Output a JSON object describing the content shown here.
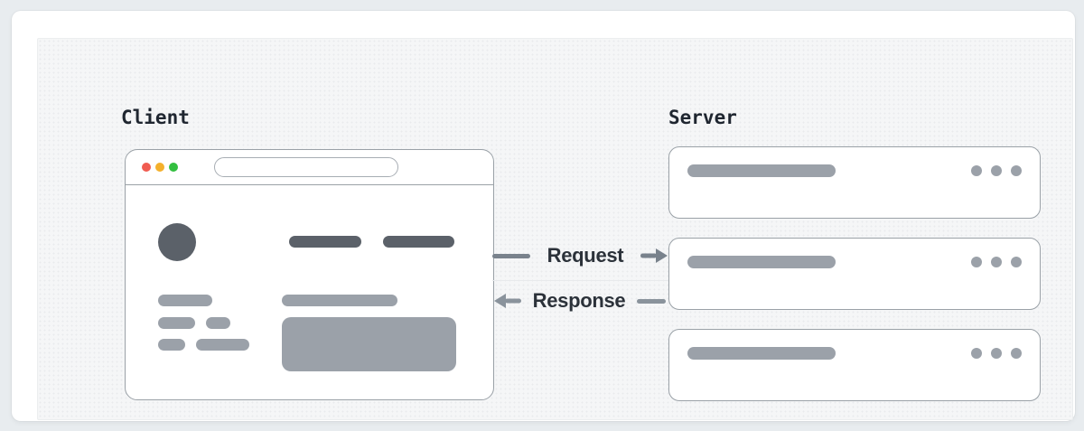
{
  "diagram": {
    "client": {
      "label": "Client"
    },
    "server": {
      "label": "Server",
      "nodes": [
        {
          "name": "server-node-1"
        },
        {
          "name": "server-node-2"
        },
        {
          "name": "server-node-3"
        }
      ]
    },
    "flows": {
      "request": {
        "label": "Request",
        "direction": "right"
      },
      "response": {
        "label": "Response",
        "direction": "left"
      }
    },
    "colors": {
      "page_bg": "#e8ecef",
      "panel_bg": "#f5f6f7",
      "card_bg": "#ffffff",
      "outline": "#9aa1a7",
      "skeleton_dark": "#5b6169",
      "skeleton_light": "#9ba1a9",
      "label_text": "#1f2630",
      "flow_text": "#2c323a",
      "arrow_request": "#79828c",
      "arrow_response": "#8a939c",
      "dot_red": "#f05c51",
      "dot_yellow": "#f4b02c",
      "dot_green": "#33bf40"
    }
  }
}
